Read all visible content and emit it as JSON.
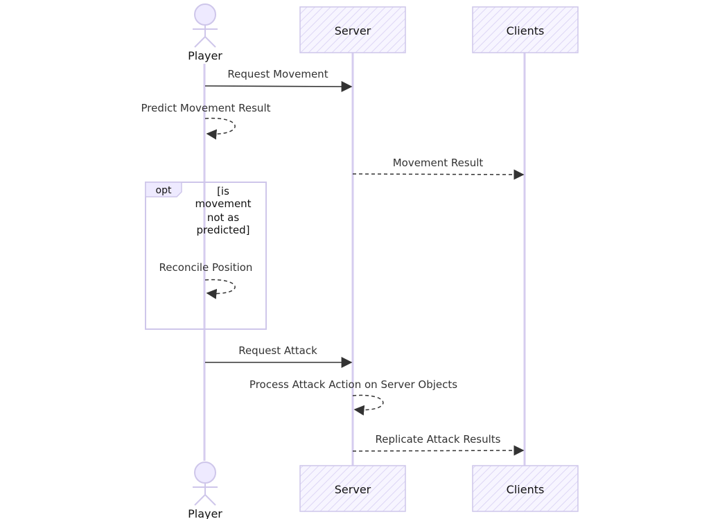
{
  "diagram": {
    "participants": {
      "player": "Player",
      "server": "Server",
      "clients": "Clients"
    },
    "messages": {
      "request_movement": "Request Movement",
      "predict_movement_result": "Predict Movement Result",
      "movement_result": "Movement Result",
      "reconcile_position": "Reconcile Position",
      "request_attack": "Request Attack",
      "process_attack": "Process Attack Action on Server Objects",
      "replicate_attack": "Replicate Attack Results"
    },
    "opt_fragment": {
      "label": "opt",
      "condition_lines": [
        "[is",
        "movement",
        "not as",
        "predicted]"
      ]
    },
    "colors": {
      "participant_fill": "#eeeaff",
      "participant_stroke": "#cec6ea",
      "lifeline": "#d6ccef",
      "arrow": "#333333"
    }
  }
}
